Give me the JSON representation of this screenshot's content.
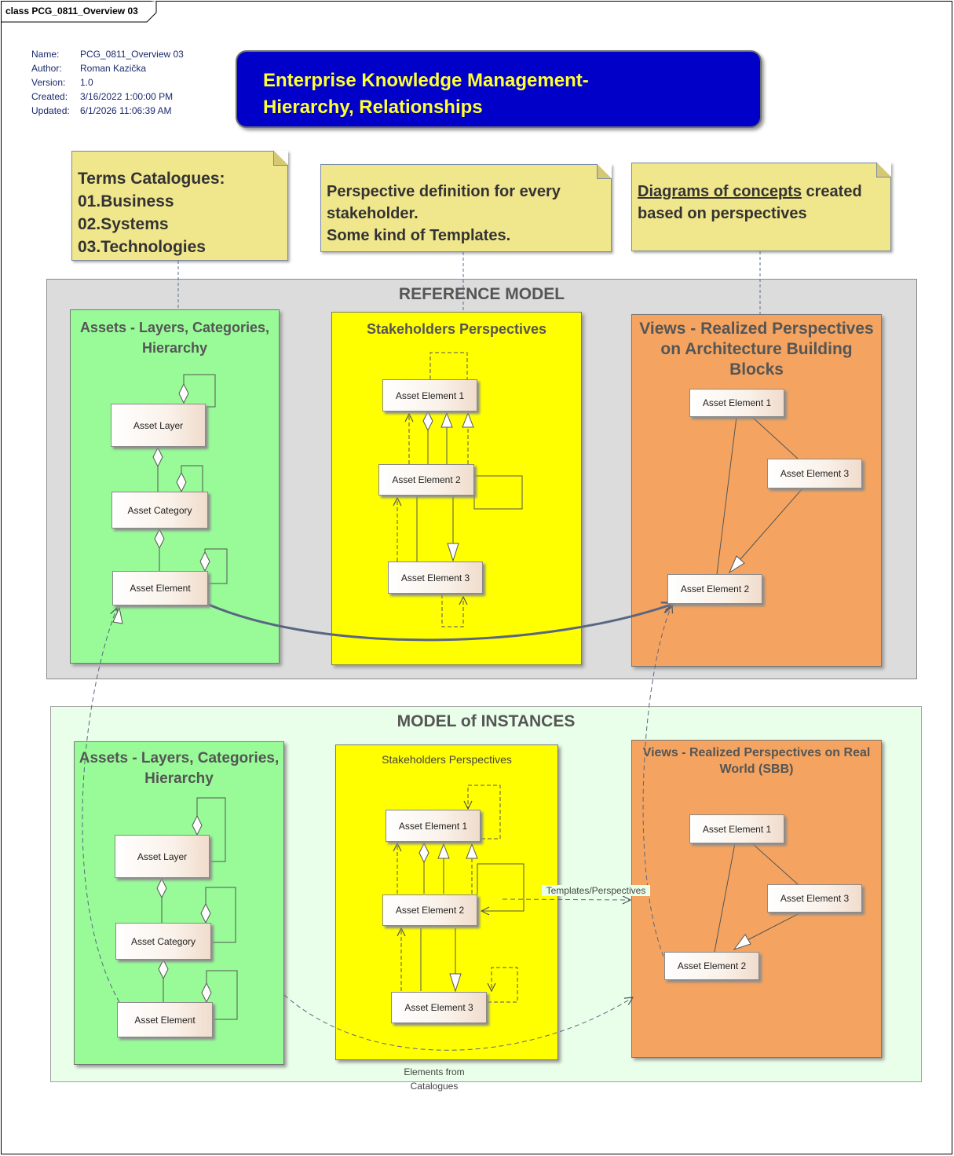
{
  "frame": {
    "label": "class PCG_0811_Overview 03"
  },
  "meta": [
    {
      "key": "Name:",
      "value": "PCG_0811_Overview 03"
    },
    {
      "key": "Author:",
      "value": "Roman Kazička"
    },
    {
      "key": "Version:",
      "value": "1.0"
    },
    {
      "key": "Created:",
      "value": "3/16/2022 1:00:00 PM"
    },
    {
      "key": "Updated:",
      "value": "6/1/2026 11:06:39 AM"
    }
  ],
  "title": "Enterprise Knowledge Management-\nHierarchy, Relationships",
  "notes": {
    "terms": "Terms Catalogues:\n01.Business\n02.Systems\n03.Technologies",
    "perspective": "Perspective definition for every\nstakeholder.\nSome kind of Templates.",
    "diagrams_link": "Diagrams of concepts",
    "diagrams_rest": " created\nbased on perspectives"
  },
  "reference_model": {
    "title": "REFERENCE MODEL",
    "assets": {
      "title": "Assets - Layers, Categories,\nHierarchy",
      "layer": "Asset Layer",
      "category": "Asset Category",
      "element": "Asset Element"
    },
    "stakeholders": {
      "title": "Stakeholders Perspectives",
      "el1": "Asset Element 1",
      "el2": "Asset Element 2",
      "el3": "Asset Element 3"
    },
    "views": {
      "title": "Views - Realized Perspectives\non Architecture Building\nBlocks",
      "el1": "Asset Element 1",
      "el3": "Asset Element 3",
      "el2": "Asset Element 2"
    }
  },
  "instances_model": {
    "title": "MODEL of INSTANCES",
    "assets": {
      "title": "Assets - Layers, Categories,\nHierarchy",
      "layer": "Asset Layer",
      "category": "Asset Category",
      "element": "Asset Element"
    },
    "stakeholders": {
      "title": "Stakeholders Perspectives",
      "el1": "Asset Element 1",
      "el2": "Asset Element 2",
      "el3": "Asset Element 3"
    },
    "views": {
      "title": "Views - Realized Perspectives on Real\nWorld (SBB)",
      "el1": "Asset Element 1",
      "el3": "Asset Element 3",
      "el2": "Asset Element 2"
    }
  },
  "connector_labels": {
    "templates": "Templates/Perspectives",
    "elements_from": "Elements from\nCatalogues"
  },
  "colors": {
    "title_bg": "#0000c8",
    "title_text": "#ffff33",
    "note": "#f0e68c",
    "assets": "#98fb98",
    "stakeholders": "#ffff00",
    "views": "#f4a460"
  }
}
